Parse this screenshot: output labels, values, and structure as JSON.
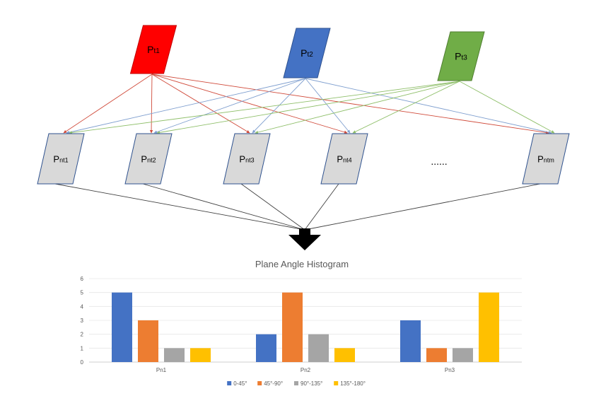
{
  "diagram": {
    "top_nodes": [
      {
        "id": "t1",
        "main": "P",
        "sub": "t1",
        "fill": "#ff0000",
        "edge": "#c00000",
        "line": "#d04a3a"
      },
      {
        "id": "t2",
        "main": "P",
        "sub": "t2",
        "fill": "#4472c4",
        "edge": "#2f528f",
        "line": "#7f9fcf"
      },
      {
        "id": "t3",
        "main": "P",
        "sub": "t3",
        "fill": "#70ad47",
        "edge": "#507e32",
        "line": "#8fbf6a"
      }
    ],
    "bottom_nodes": [
      {
        "id": "nt1",
        "main": "P",
        "sub": "nt1"
      },
      {
        "id": "nt2",
        "main": "P",
        "sub": "nt2"
      },
      {
        "id": "nt3",
        "main": "P",
        "sub": "nt3"
      },
      {
        "id": "nt4",
        "main": "P",
        "sub": "nt4"
      },
      {
        "id": "ntm",
        "main": "P",
        "sub": "ntm"
      }
    ],
    "ellipsis": "......",
    "node_fill": "#d9d9d9",
    "node_edge": "#2f528f"
  },
  "chart_data": {
    "type": "bar",
    "title": "Plane Angle Histogram",
    "categories": [
      "Pn1",
      "Pn2",
      "Pn3"
    ],
    "series": [
      {
        "name": "0-45°",
        "values": [
          5,
          2,
          3
        ],
        "color": "#4472c4"
      },
      {
        "name": "45°-90°",
        "values": [
          3,
          5,
          1
        ],
        "color": "#ed7d31"
      },
      {
        "name": "90°-135°",
        "values": [
          1,
          2,
          1
        ],
        "color": "#a5a5a5"
      },
      {
        "name": "135°-180°",
        "values": [
          1,
          1,
          5
        ],
        "color": "#ffc000"
      }
    ],
    "ylim": [
      0,
      6
    ],
    "yticks": [
      0,
      1,
      2,
      3,
      4,
      5,
      6
    ],
    "grid": true,
    "legend": "bottom"
  }
}
